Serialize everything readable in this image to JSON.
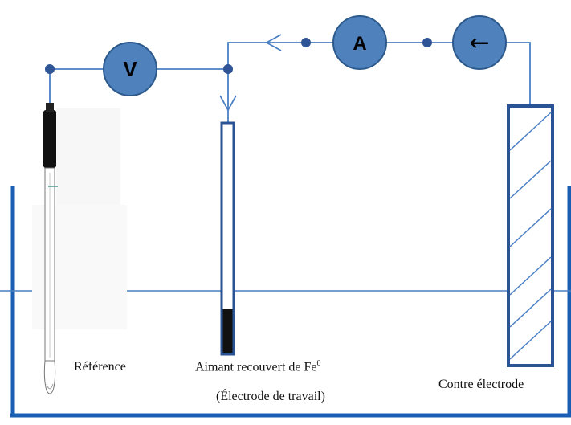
{
  "labels": {
    "reference": "Référence",
    "working_main": "Aimant recouvert de Fe",
    "working_sup": "0",
    "working_sub": "(Électrode de travail)",
    "counter": "Contre électrode"
  },
  "meters": {
    "voltmeter": "V",
    "ammeter": "A",
    "source_symbol": "←"
  },
  "colors": {
    "wire": "#4a7fc4",
    "meter_fill": "#4f81bd",
    "meter_stroke": "#2d5a8c",
    "node": "#2f5597",
    "tank": "#1a5fb4",
    "electrode_outline": "#2a5396",
    "magnet": "#111111",
    "hatch": "#4a7fc4"
  }
}
